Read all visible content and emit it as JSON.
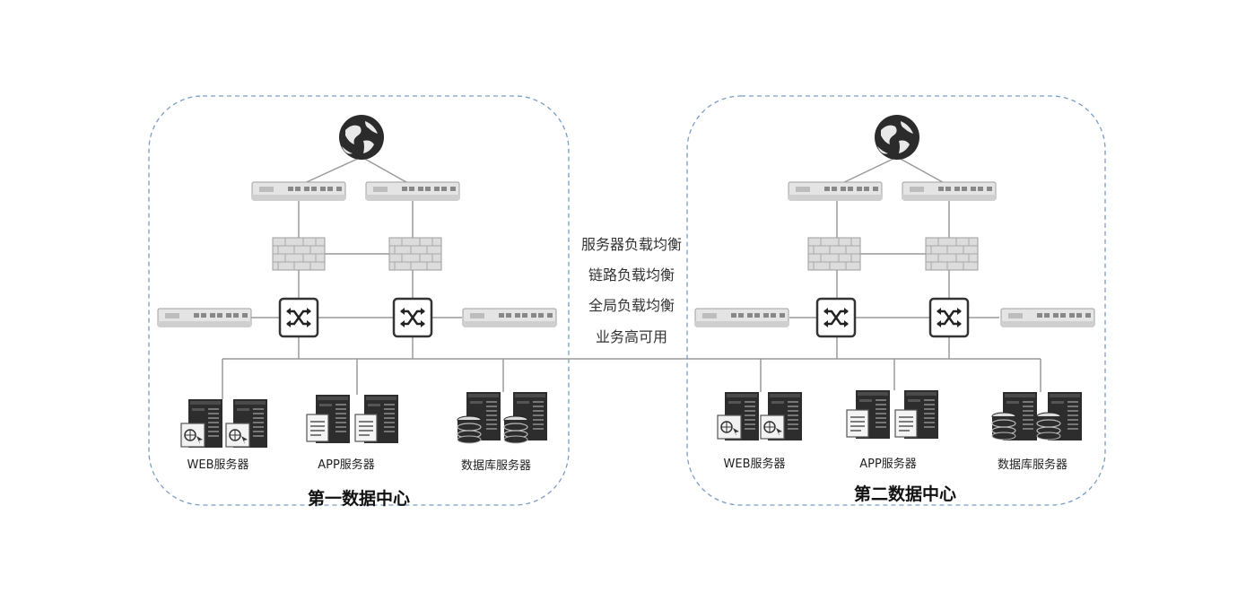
{
  "features": [
    "服务器负载均衡",
    "链路负载均衡",
    "全局负载均衡",
    "业务高可用"
  ],
  "datacenters": [
    {
      "title": "第一数据中心",
      "server_groups": [
        "WEB服务器",
        "APP服务器",
        "数据库服务器"
      ]
    },
    {
      "title": "第二数据中心",
      "server_groups": [
        "WEB服务器",
        "APP服务器",
        "数据库服务器"
      ]
    }
  ],
  "icons": [
    "globe-icon",
    "router-icon",
    "firewall-icon",
    "switch-icon",
    "load-balancer-icon",
    "web-server-icon",
    "app-server-icon",
    "database-server-icon"
  ],
  "colors": {
    "dashed_border": "#7a9cc6",
    "line": "#9a9a9a",
    "device_dark": "#2b2b2b"
  }
}
